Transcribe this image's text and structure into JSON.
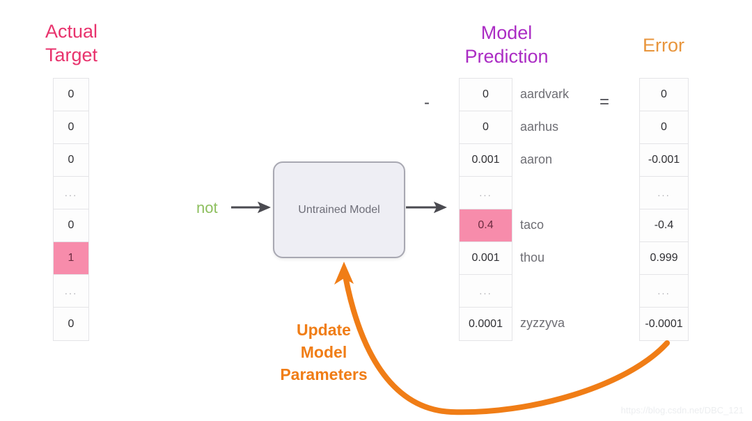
{
  "headings": {
    "actual_target": "Actual\nTarget",
    "model_prediction": "Model\nPrediction",
    "error": "Error"
  },
  "colors": {
    "actual_target": "#e8336d",
    "model_prediction": "#ab2cc4",
    "error": "#e8953c",
    "highlight_pink": "#f78cab",
    "input_green": "#8dbf5e",
    "update_orange": "#f07d16",
    "box_fill": "#eeeef4",
    "box_border": "#a8a8b2",
    "arrow_gray": "#4a4a50"
  },
  "operators": {
    "minus": "-",
    "equals": "="
  },
  "model": {
    "label": "Untrained Model",
    "input_word": "not"
  },
  "update_note": {
    "text": "Update\nModel\nParameters"
  },
  "columns": {
    "actual_target": [
      {
        "value": "0",
        "highlight": false,
        "ellipsis": false
      },
      {
        "value": "0",
        "highlight": false,
        "ellipsis": false
      },
      {
        "value": "0",
        "highlight": false,
        "ellipsis": false
      },
      {
        "value": "...",
        "highlight": false,
        "ellipsis": true
      },
      {
        "value": "0",
        "highlight": false,
        "ellipsis": false
      },
      {
        "value": "1",
        "highlight": true,
        "ellipsis": false
      },
      {
        "value": "...",
        "highlight": false,
        "ellipsis": true
      },
      {
        "value": "0",
        "highlight": false,
        "ellipsis": false
      }
    ],
    "model_prediction": [
      {
        "value": "0",
        "highlight": false,
        "ellipsis": false
      },
      {
        "value": "0",
        "highlight": false,
        "ellipsis": false
      },
      {
        "value": "0.001",
        "highlight": false,
        "ellipsis": false
      },
      {
        "value": "...",
        "highlight": false,
        "ellipsis": true
      },
      {
        "value": "0.4",
        "highlight": true,
        "ellipsis": false
      },
      {
        "value": "0.001",
        "highlight": false,
        "ellipsis": false
      },
      {
        "value": "...",
        "highlight": false,
        "ellipsis": true
      },
      {
        "value": "0.0001",
        "highlight": false,
        "ellipsis": false
      }
    ],
    "error": [
      {
        "value": "0",
        "highlight": false,
        "ellipsis": false
      },
      {
        "value": "0",
        "highlight": false,
        "ellipsis": false
      },
      {
        "value": "-0.001",
        "highlight": false,
        "ellipsis": false
      },
      {
        "value": "...",
        "highlight": false,
        "ellipsis": true
      },
      {
        "value": "-0.4",
        "highlight": false,
        "ellipsis": false
      },
      {
        "value": "0.999",
        "highlight": false,
        "ellipsis": false
      },
      {
        "value": "...",
        "highlight": false,
        "ellipsis": true
      },
      {
        "value": "-0.0001",
        "highlight": false,
        "ellipsis": false
      }
    ]
  },
  "word_labels": [
    "aardvark",
    "aarhus",
    "aaron",
    "",
    "taco",
    "thou",
    "",
    "zyzzyva"
  ],
  "watermark": "https://blog.csdn.net/DBC_121"
}
